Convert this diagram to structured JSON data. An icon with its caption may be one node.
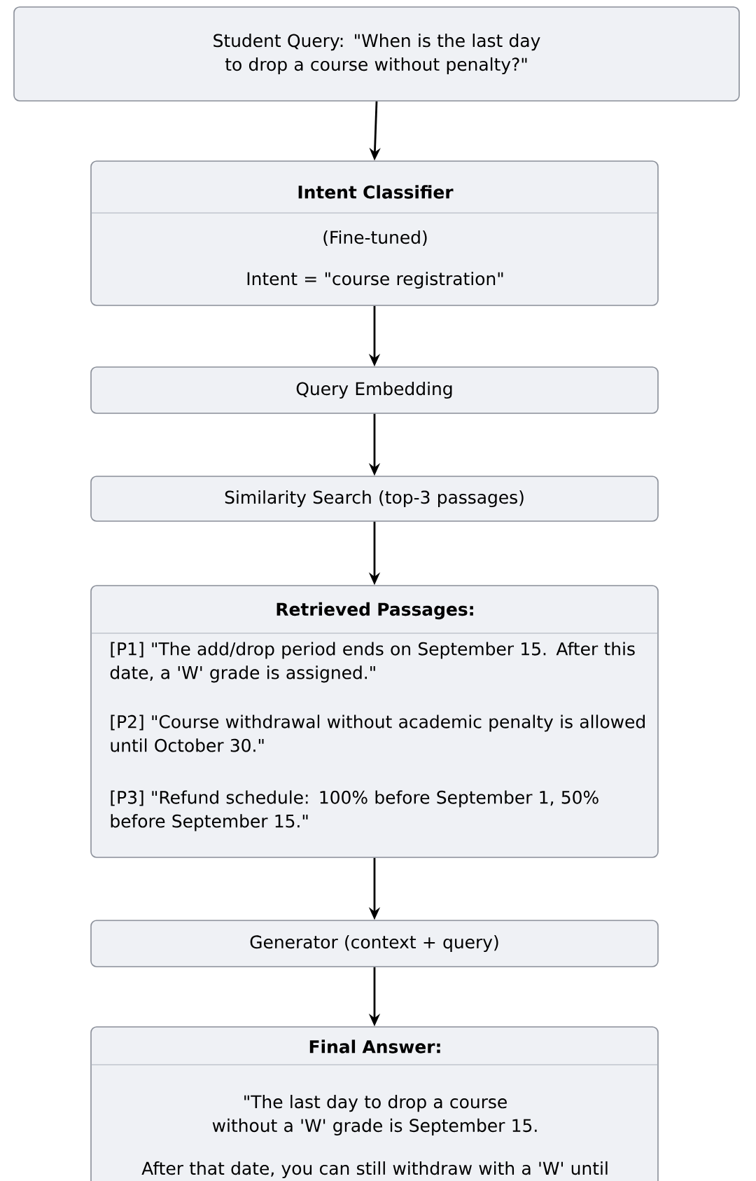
{
  "diagram": {
    "nodes": [
      {
        "text": [
          "Student Query: \"When is the last day to drop a course without penalty?\""
        ]
      },
      {
        "text": [
          "Intent Classifier",
          "(Fine-tuned)",
          "Intent = \"course registration\""
        ]
      },
      {
        "text": [
          "Query Embedding"
        ]
      },
      {
        "text": [
          "Similarity Search (top-3 passages)"
        ]
      },
      {
        "text": [
          "Retrieved Passages:",
          "[P1] \"The add/drop period ends on September 15. After this date, a 'W' grade is assigned.\"",
          "[P2] \"Course withdrawal without academic penalty is allowed until October 30.\"",
          "[P3] \"Refund schedule: 100% before September 1, 50% before September 15.\""
        ]
      },
      {
        "text": [
          "Generator (context + query)"
        ]
      },
      {
        "text": [
          "Final Answer:",
          "\"The last day to drop a course without a 'W' grade is September 15.",
          "After that date, you can still withdraw with a 'W' until"
        ]
      }
    ],
    "edges": [
      {
        "from": 0,
        "to": 1,
        "arrow": "to"
      },
      {
        "from": 1,
        "to": 2,
        "arrow": "to"
      },
      {
        "from": 2,
        "to": 3,
        "arrow": "to"
      },
      {
        "from": 3,
        "to": 4,
        "arrow": "to"
      },
      {
        "from": 4,
        "to": 5,
        "arrow": "to"
      },
      {
        "from": 5,
        "to": 6,
        "arrow": "to"
      }
    ]
  }
}
